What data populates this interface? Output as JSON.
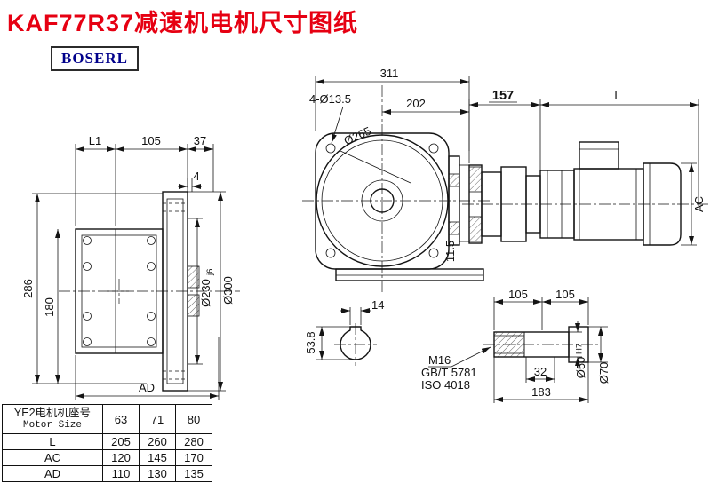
{
  "header": {
    "title": "KAF77R37减速机电机尺寸图纸",
    "logo": "BOSERL"
  },
  "dims": {
    "side": {
      "l1": "L1",
      "w105": "105",
      "w37": "37",
      "w4": "4",
      "h286": "286",
      "h180": "180",
      "ad": "AD",
      "d230": "Ø230",
      "d230_tol": "j6",
      "d300": "Ø300"
    },
    "front": {
      "w311": "311",
      "w202": "202",
      "holes": "4-Ø13.5",
      "d265": "Ø265",
      "t115": "11.5"
    },
    "motor": {
      "w157": "157",
      "len": "L",
      "ac": "AC"
    },
    "section": {
      "key_w": "14",
      "h538": "53.8"
    },
    "shaft": {
      "w105a": "105",
      "w105b": "105",
      "w32": "32",
      "w183": "183",
      "d50": "Ø50",
      "d50_tol": "H7",
      "d70": "Ø70",
      "thread": "M16",
      "std1": "GB/T 5781",
      "std2": "ISO 4018"
    }
  },
  "table": {
    "header": {
      "line1": "YE2电机机座号",
      "line2": "Motor Size"
    },
    "sizes": [
      "63",
      "71",
      "80"
    ],
    "rows": [
      {
        "label": "L",
        "values": [
          "205",
          "260",
          "280"
        ]
      },
      {
        "label": "AC",
        "values": [
          "120",
          "145",
          "170"
        ]
      },
      {
        "label": "AD",
        "values": [
          "110",
          "130",
          "135"
        ]
      }
    ]
  }
}
